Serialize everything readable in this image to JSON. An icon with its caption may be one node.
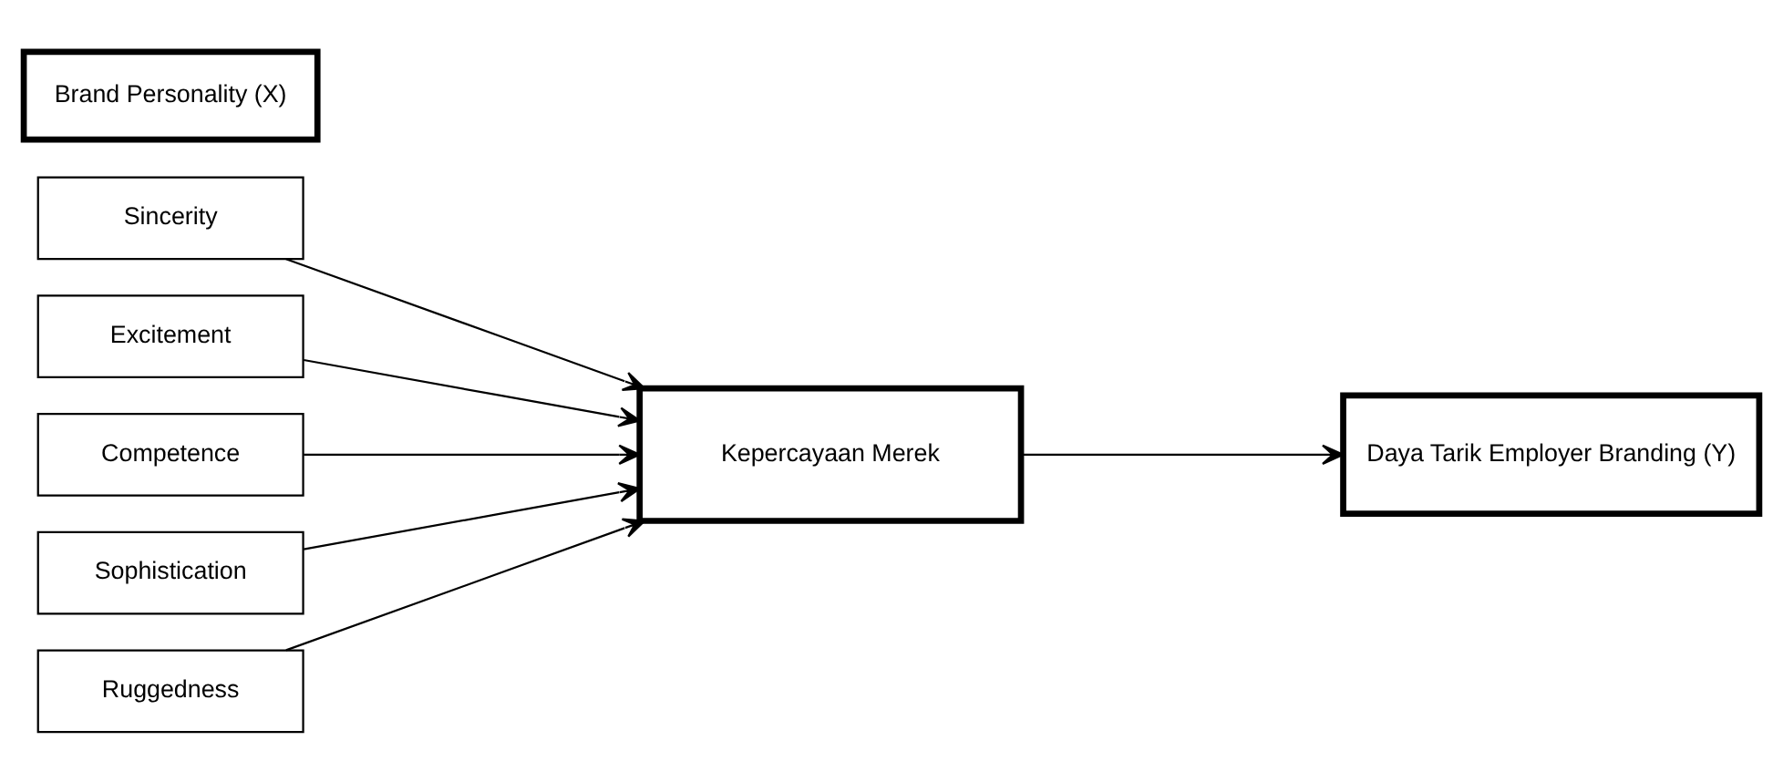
{
  "diagram": {
    "nodes": [
      {
        "text": [
          "Brand Personality (X)"
        ]
      },
      {
        "text": [
          "Sincerity"
        ]
      },
      {
        "text": [
          "Excitement"
        ]
      },
      {
        "text": [
          "Competence"
        ]
      },
      {
        "text": [
          "Sophistication"
        ]
      },
      {
        "text": [
          "Ruggedness"
        ]
      },
      {
        "text": [
          "Kepercayaan Merek"
        ]
      },
      {
        "text": [
          "Daya Tarik Employer Branding (Y)"
        ]
      }
    ],
    "edges": [
      {
        "from": 1,
        "to": 6,
        "arrow": "to"
      },
      {
        "from": 2,
        "to": 6,
        "arrow": "to"
      },
      {
        "from": 3,
        "to": 6,
        "arrow": "to"
      },
      {
        "from": 4,
        "to": 6,
        "arrow": "to"
      },
      {
        "from": 5,
        "to": 6,
        "arrow": "to"
      },
      {
        "from": 6,
        "to": 7,
        "arrow": "to"
      }
    ]
  }
}
